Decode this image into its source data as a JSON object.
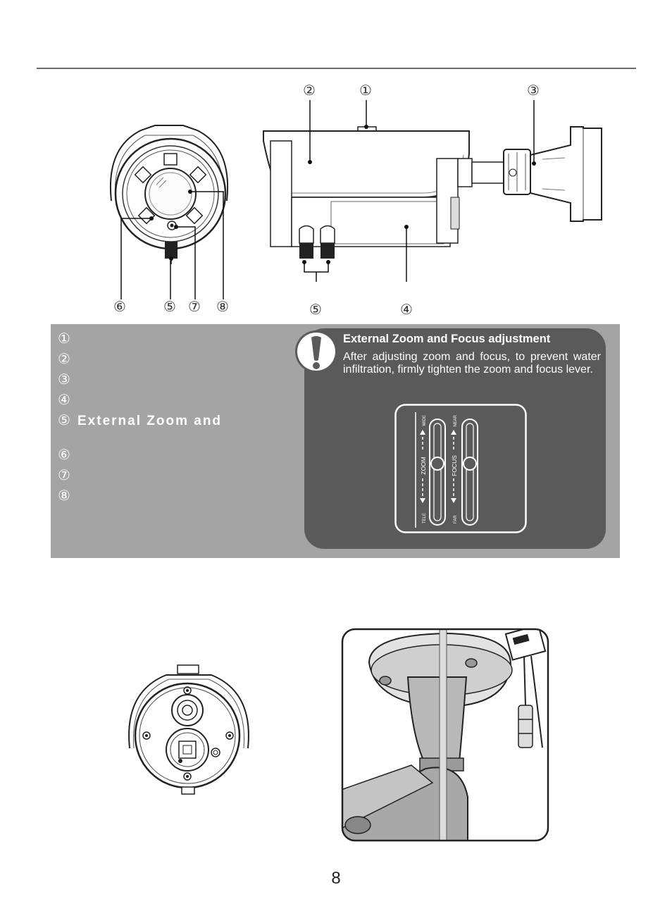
{
  "callouts": {
    "side": [
      "②",
      "①",
      "③",
      "⑤",
      "④"
    ],
    "front": [
      "⑥",
      "⑤",
      "⑦",
      "⑧"
    ]
  },
  "legend": [
    {
      "num": "①",
      "text": ""
    },
    {
      "num": "②",
      "text": ""
    },
    {
      "num": "③",
      "text": ""
    },
    {
      "num": "④",
      "text": ""
    },
    {
      "num": "⑤",
      "text": "External Zoom and"
    },
    {
      "num": "⑥",
      "text": ""
    },
    {
      "num": "⑦",
      "text": ""
    },
    {
      "num": "⑧",
      "text": ""
    }
  ],
  "note": {
    "title": "External Zoom and Focus adjustment",
    "text": "After adjusting zoom and focus, to prevent water infiltration, firmly tighten the zoom and focus lever."
  },
  "levers": {
    "zoom_label": "ZOOM",
    "focus_label": "FOCUS",
    "wide": "WIDE",
    "tele": "TELE",
    "near": "NEAR",
    "far": "FAR"
  },
  "page_number": "8"
}
